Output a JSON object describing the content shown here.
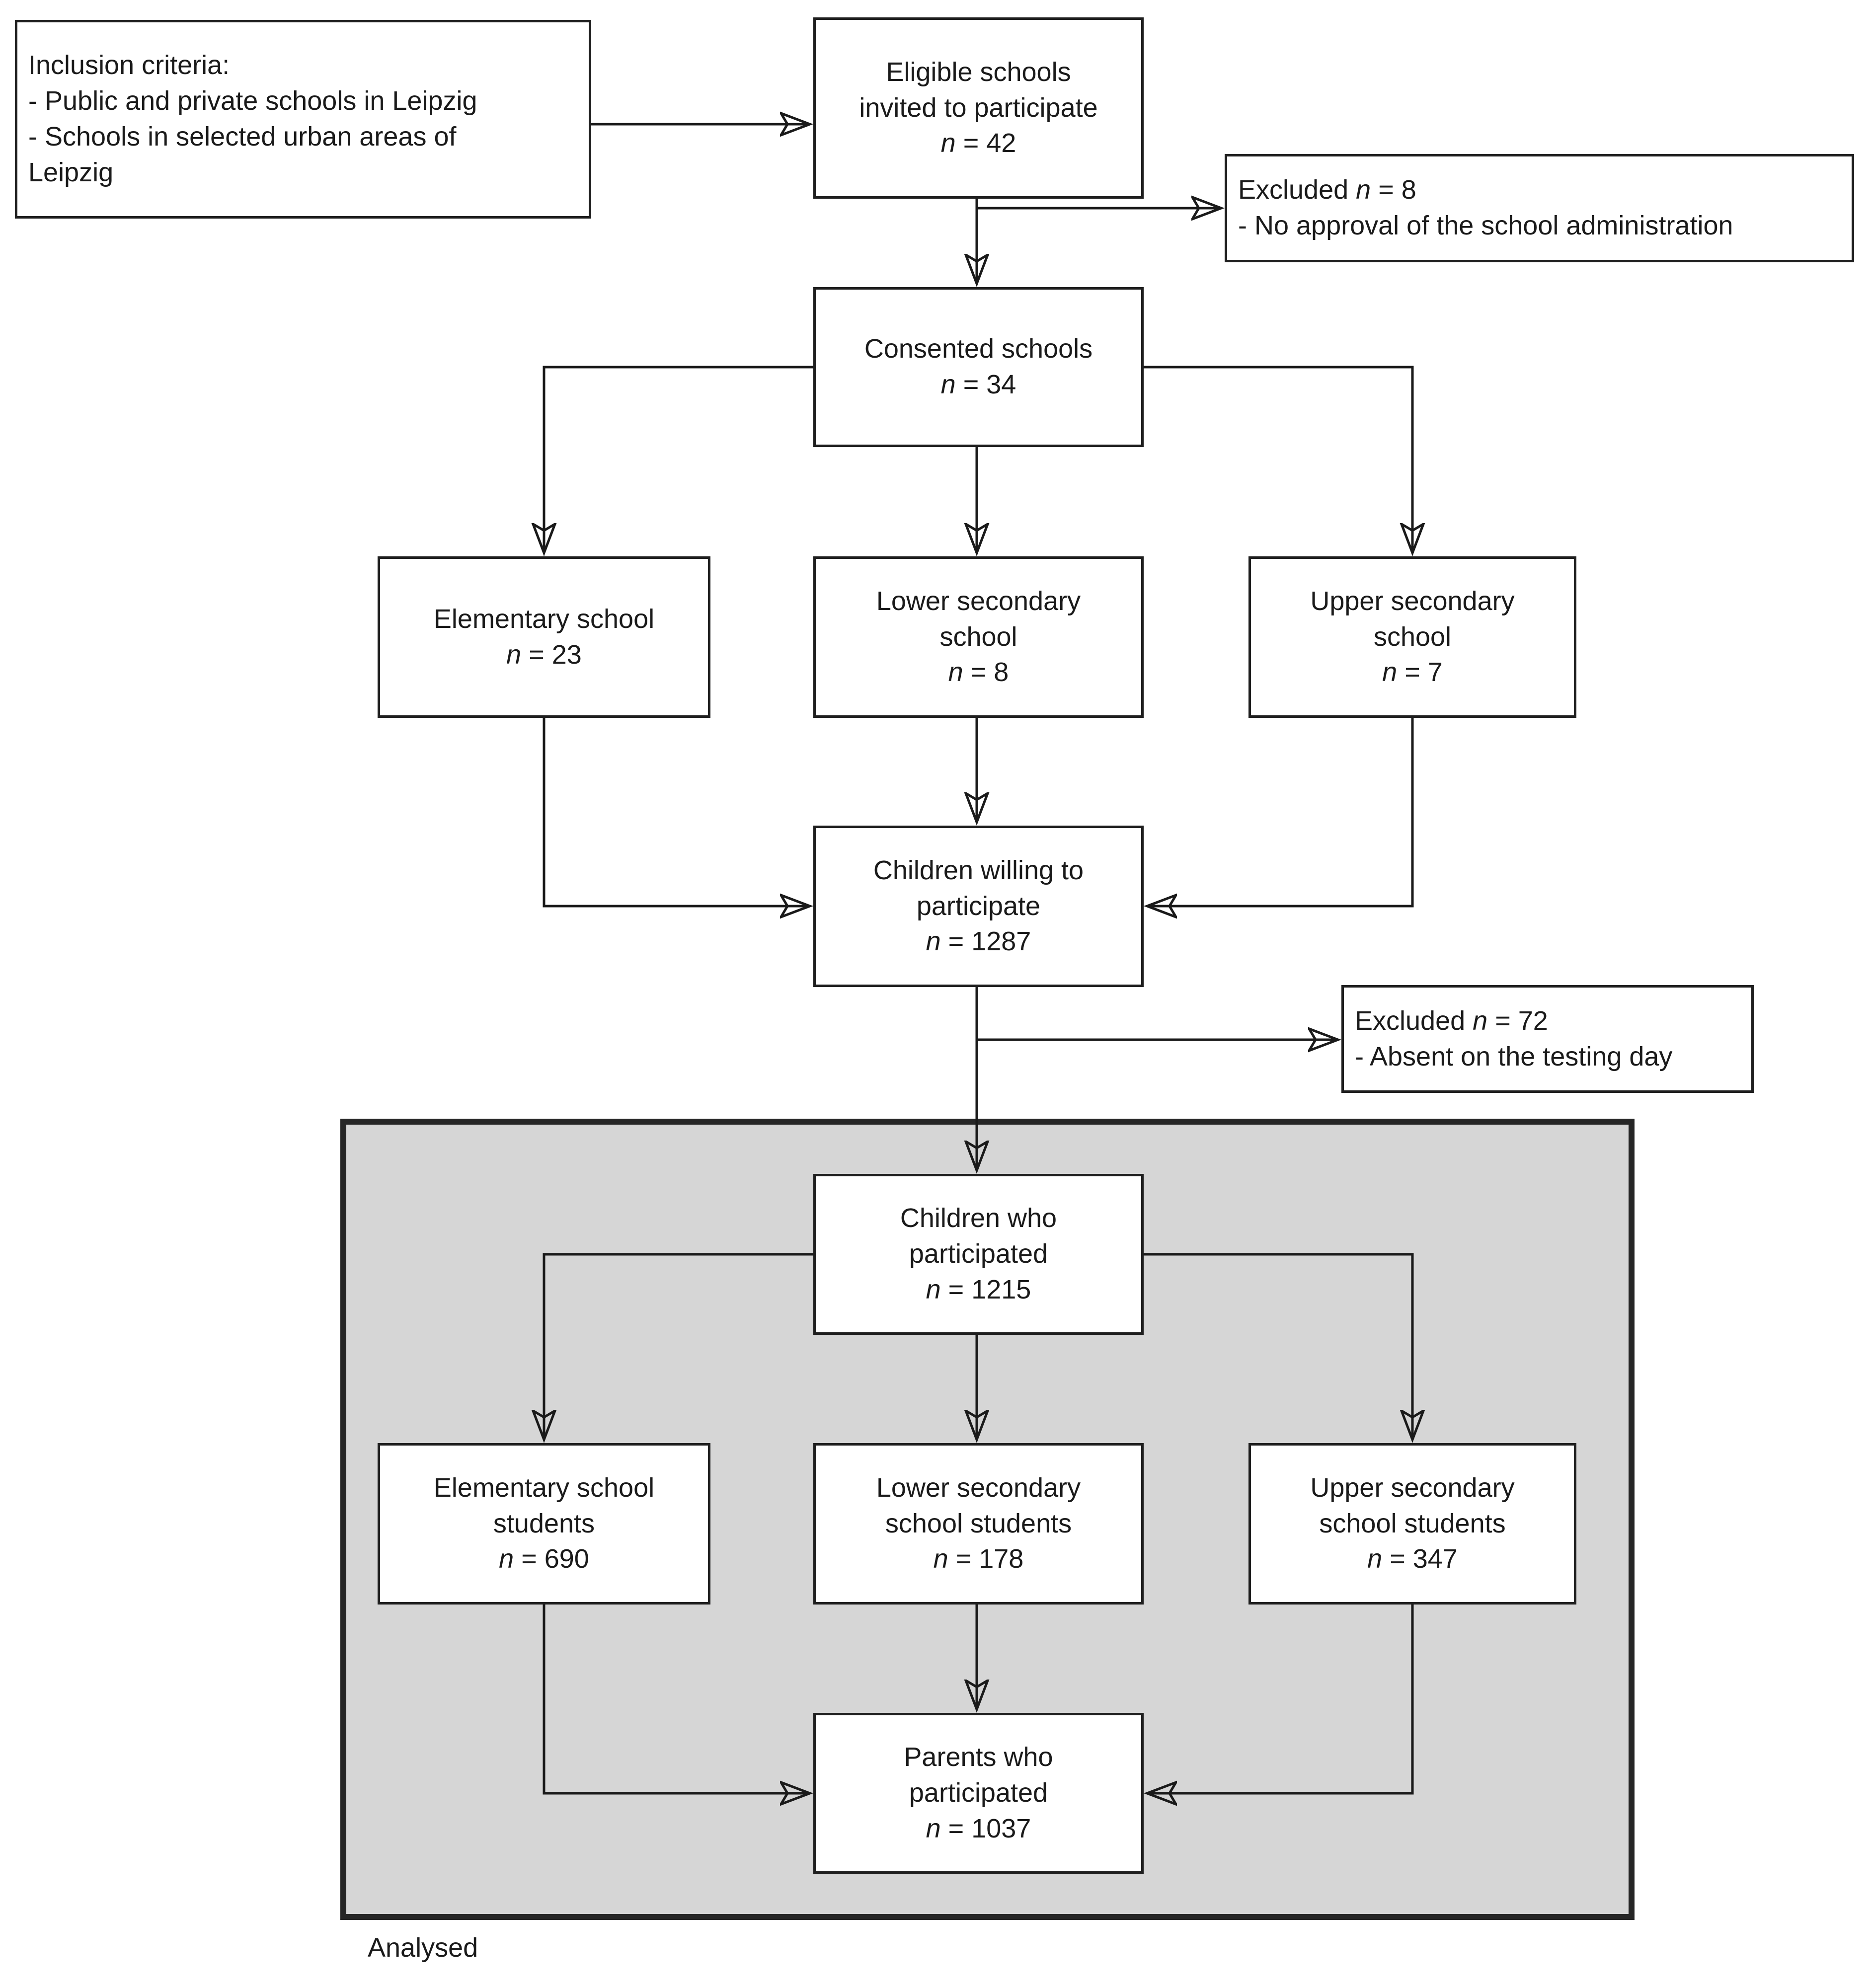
{
  "diagram": {
    "title_region_label": "Analysed",
    "colors": {
      "background": "#ffffff",
      "box_border": "#1f1f1f",
      "line": "#1a1a1a",
      "analysed_region_fill": "#d6d6d6",
      "analysed_region_border": "#262626"
    },
    "nodes": {
      "inclusion": {
        "text": "Inclusion criteria:\n- Public and private schools in Leipzig\n- Schools in selected urban areas of\nLeipzig"
      },
      "eligible": {
        "text": "Eligible schools\ninvited to participate\nn = 42",
        "n": 42
      },
      "excluded_schools": {
        "text": "Excluded n = 8\n- No approval of the school administration",
        "n": 8
      },
      "consented": {
        "text": "Consented schools\nn = 34",
        "n": 34
      },
      "elementary_school": {
        "text": "Elementary school\nn = 23",
        "n": 23
      },
      "lower_secondary_school": {
        "text": "Lower secondary\nschool\nn = 8",
        "n": 8
      },
      "upper_secondary_school": {
        "text": "Upper secondary\nschool\nn = 7",
        "n": 7
      },
      "children_willing": {
        "text": "Children willing to\nparticipate\nn = 1287",
        "n": 1287
      },
      "excluded_children": {
        "text": "Excluded n = 72\n- Absent on the testing day",
        "n": 72
      },
      "children_participated": {
        "text": "Children who\nparticipated\nn = 1215",
        "n": 1215
      },
      "elementary_students": {
        "text": "Elementary school\nstudents\nn = 690",
        "n": 690
      },
      "lower_secondary_students": {
        "text": "Lower secondary\nschool students\nn = 178",
        "n": 178
      },
      "upper_secondary_students": {
        "text": "Upper secondary\nschool students\nn = 347",
        "n": 347
      },
      "parents_participated": {
        "text": "Parents who\nparticipated\nn = 1037",
        "n": 1037
      },
      "analysed": {
        "text": "Analysed"
      }
    }
  }
}
